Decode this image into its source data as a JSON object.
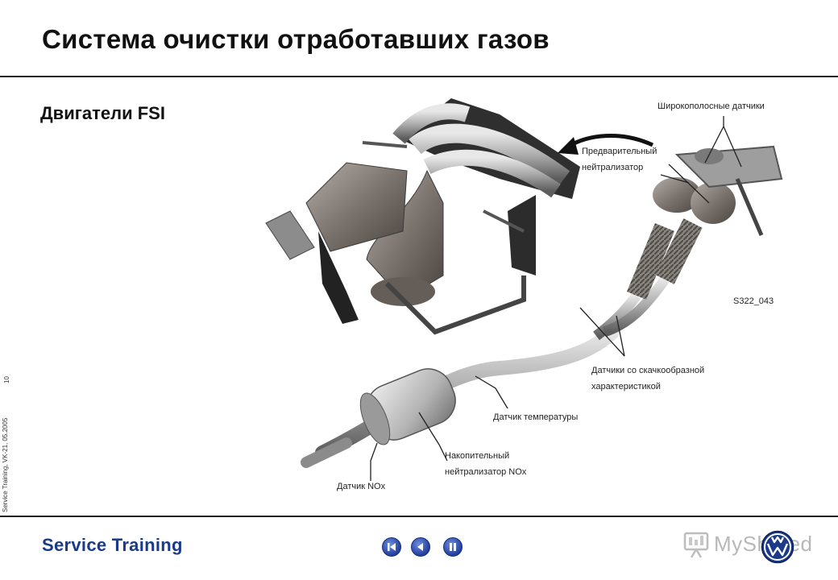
{
  "slide": {
    "title": "Система очистки отработавших газов",
    "subtitle": "Двигатели FSI",
    "side_meta": "Service Training, VK-21, 05.2005",
    "page_number": "10",
    "brand": "Service Training",
    "watermark": "MyShared"
  },
  "diagram": {
    "code": "S322_043",
    "labels": {
      "wideband_sensors": "Широкополосные датчики",
      "precat_line1": "Предварительный",
      "precat_line2": "нейтрализатор",
      "step_sensors_line1": "Датчики со скачкообразной",
      "step_sensors_line2": "характеристикой",
      "temp_sensor": "Датчик температуры",
      "storage_cat_line1": "Накопительный",
      "storage_cat_line2": "нейтрализатор NOx",
      "nox_sensor": "Датчик NOx"
    }
  },
  "nav": {
    "icons": [
      "first-slide-icon",
      "previous-slide-icon",
      "pause-icon"
    ]
  },
  "colors": {
    "brand_blue": "#1a3a8a",
    "nav_blue": "#2a4fb0",
    "rule": "#222222"
  }
}
